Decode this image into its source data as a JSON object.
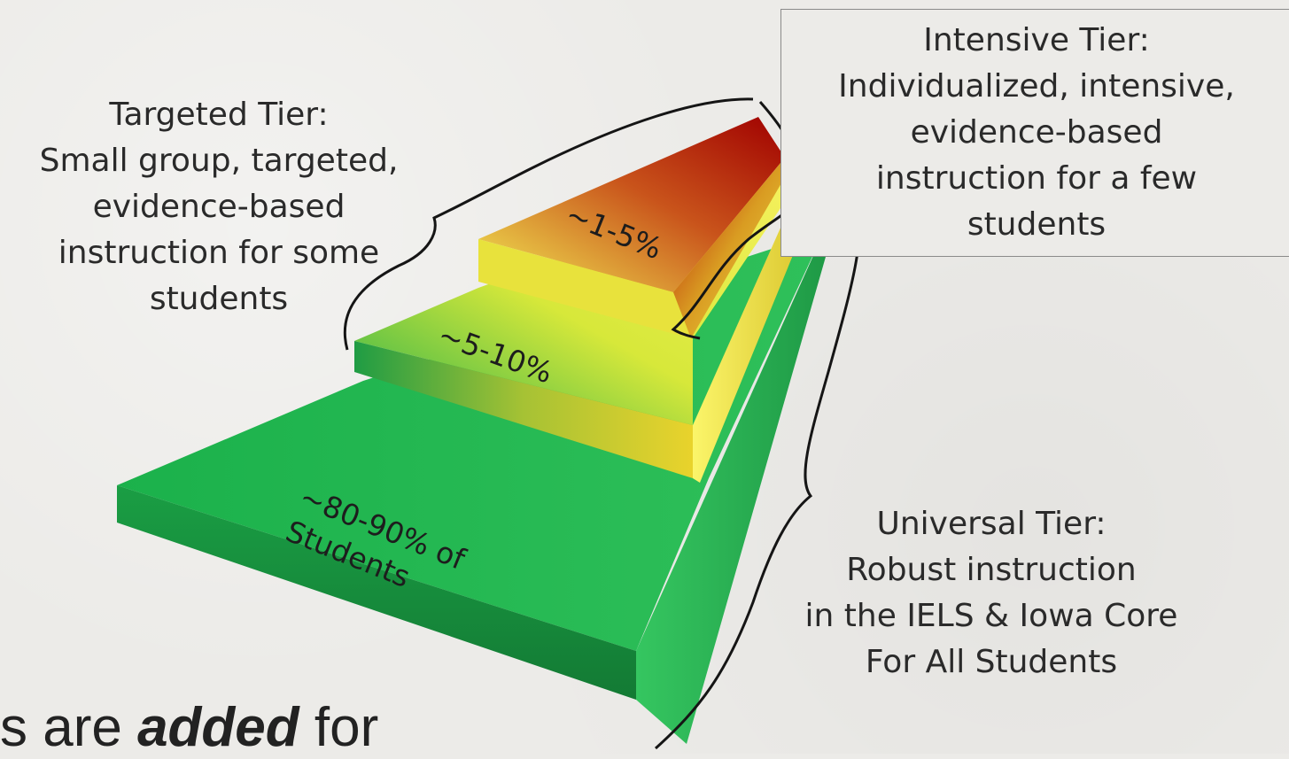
{
  "diagram": {
    "targeted_tier": {
      "lines": [
        "Targeted Tier:",
        "Small group, targeted,",
        "evidence-based",
        "instruction for some",
        "students"
      ],
      "percent": "~5-10%"
    },
    "intensive_tier": {
      "lines": [
        "Intensive Tier:",
        "Individualized, intensive,",
        "evidence-based",
        "instruction for a few",
        "students"
      ],
      "percent": "~1-5%"
    },
    "universal_tier": {
      "lines": [
        "Universal Tier:",
        "Robust instruction",
        "in the IELS & Iowa Core",
        "For All Students"
      ],
      "percent_lines": [
        "~80-90% of",
        "Students"
      ]
    },
    "colors": {
      "green": "#1fae4a",
      "yellow": "#f2ee38",
      "red": "#b00000",
      "background": "#ecebe8"
    }
  },
  "footer": {
    "prefix": "s are ",
    "emphasis": "added",
    "suffix": " for"
  }
}
